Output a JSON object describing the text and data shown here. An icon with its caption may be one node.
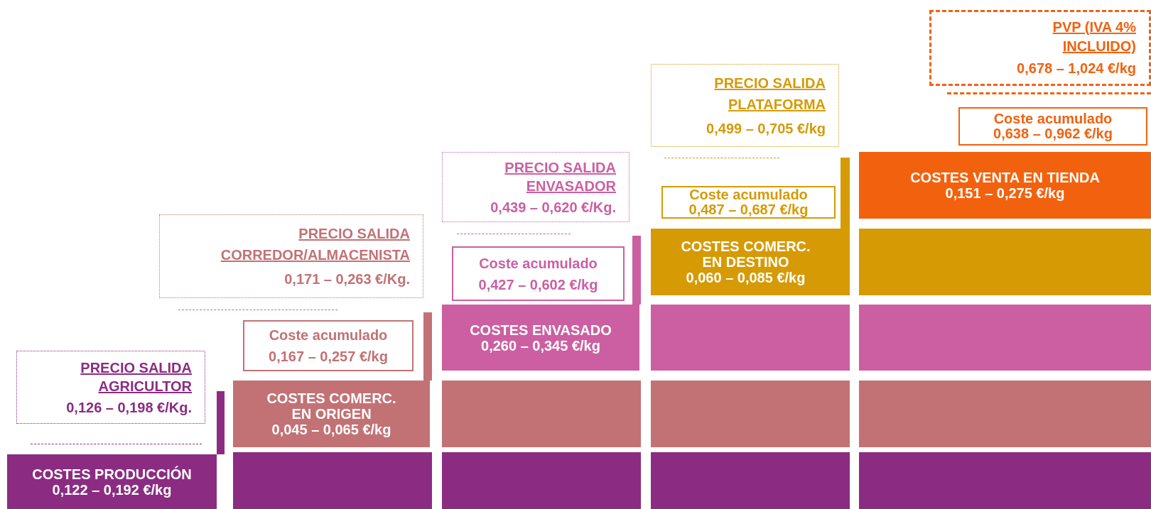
{
  "diagram": {
    "nodes": [
      {
        "text": [
          "PRECIO SALIDA AGRICULTOR",
          "0,126 – 0,198 €/Kg."
        ]
      },
      {
        "text": [
          "COSTES PRODUCCIÓN",
          "0,122 – 0,192 €/kg"
        ]
      },
      {
        "text": [
          "PRECIO SALIDA CORREDOR/ALMACENISTA",
          "0,171 – 0,263 €/Kg."
        ]
      },
      {
        "text": [
          "Coste acumulado",
          "0,167 – 0,257 €/kg"
        ]
      },
      {
        "text": [
          "COSTES COMERC. EN ORIGEN",
          "0,045 – 0,065 €/kg"
        ]
      },
      {
        "text": [],
        "shape": "bar"
      },
      {
        "text": [
          "PRECIO SALIDA ENVASADOR",
          "0,439 – 0,620 €/Kg."
        ]
      },
      {
        "text": [
          "Coste acumulado",
          "0,427 – 0,602 €/kg"
        ]
      },
      {
        "text": [
          "COSTES ENVASADO",
          "0,260 – 0,345 €/kg"
        ]
      },
      {
        "text": [],
        "shape": "bar"
      },
      {
        "text": [],
        "shape": "bar"
      },
      {
        "text": [
          "PRECIO SALIDA PLATAFORMA",
          "0,499 – 0,705 €/kg"
        ]
      },
      {
        "text": [
          "Coste acumulado",
          "0,487 – 0,687 €/kg"
        ]
      },
      {
        "text": [
          "COSTES COMERC. EN DESTINO",
          "0,060 – 0,085 €/kg"
        ]
      },
      {
        "text": [],
        "shape": "bar"
      },
      {
        "text": [],
        "shape": "bar"
      },
      {
        "text": [],
        "shape": "bar"
      },
      {
        "text": [
          "PVP (IVA 4% INCLUIDO)",
          "0,678 – 1,024 €/kg"
        ]
      },
      {
        "text": [
          "Coste acumulado",
          "0,638 – 0,962 €/kg"
        ]
      },
      {
        "text": [
          "COSTES VENTA EN TIENDA",
          "0,151 – 0,275 €/kg"
        ]
      },
      {
        "text": [],
        "shape": "bar"
      },
      {
        "text": [],
        "shape": "bar"
      },
      {
        "text": [],
        "shape": "bar"
      },
      {
        "text": [],
        "shape": "bar"
      }
    ]
  }
}
